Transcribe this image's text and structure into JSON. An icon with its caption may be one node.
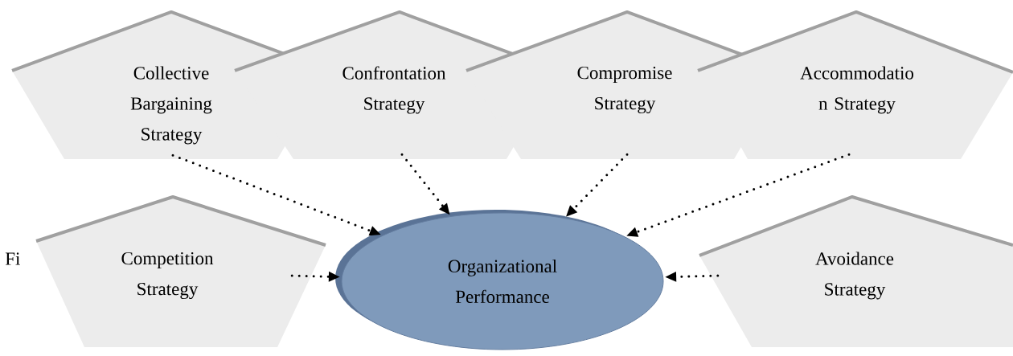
{
  "diagram": {
    "nodes": [
      {
        "text": [
          "Collective Bargaining Strategy"
        ]
      },
      {
        "text": [
          "Confrontation Strategy"
        ]
      },
      {
        "text": [
          "Compromise Strategy"
        ]
      },
      {
        "text": [
          "Accommodatio n Strategy"
        ]
      },
      {
        "text": [
          "Competition Strategy"
        ]
      },
      {
        "text": [
          "Organizational Performance"
        ]
      },
      {
        "text": [
          "Avoidance Strategy"
        ]
      }
    ],
    "edges": [
      {
        "from": 0,
        "to": 5,
        "arrow": "to"
      },
      {
        "from": 1,
        "to": 5,
        "arrow": "to"
      },
      {
        "from": 2,
        "to": 5,
        "arrow": "to"
      },
      {
        "from": 3,
        "to": 5,
        "arrow": "to"
      },
      {
        "from": 4,
        "to": 5,
        "arrow": "to"
      },
      {
        "from": 6,
        "to": 5,
        "arrow": "to"
      }
    ],
    "labels": [
      "Fi"
    ]
  }
}
